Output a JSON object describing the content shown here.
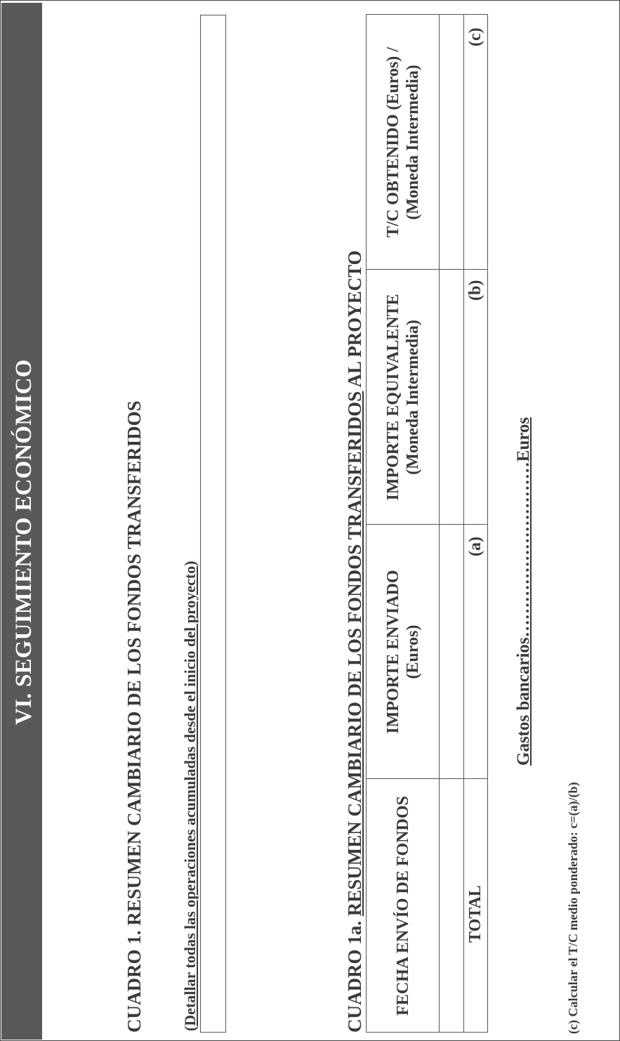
{
  "section_title": "VI. SEGUIMIENTO ECONÓMICO",
  "cuadro1": {
    "title": "CUADRO 1. RESUMEN CAMBIARIO DE LOS FONDOS TRANSFERIDOS",
    "note_open": "(",
    "note_underlined": "Detallar todas las operaciones acumuladas desde el inicio del proyecto",
    "note_close": ")"
  },
  "cuadro1a": {
    "title_part1": "CUADRO 1a. ",
    "title_part2": "RESUMEN CAMBIARIO DE LOS FONDOS ",
    "title_part3": "TRANSFERIDOS",
    "title_part4": " AL PROYECTO",
    "columns": [
      "FECHA ENVÍO DE FONDOS",
      "IMPORTE ENVIADO (Euros)",
      "IMPORTE EQUIVALENTE (Moneda Intermedia)",
      "T/C OBTENIDO (Euros) / (Moneda Intermedia)"
    ],
    "total_label": "TOTAL",
    "markers": [
      "(a)",
      "(b)",
      "(c)"
    ]
  },
  "gastos": {
    "label": "Gastos bancarios",
    "dots": "…………………………",
    "unit": "Euros"
  },
  "formula_note": "(c) Calcular el T/C medio ponderado: c=(a)/(b)"
}
